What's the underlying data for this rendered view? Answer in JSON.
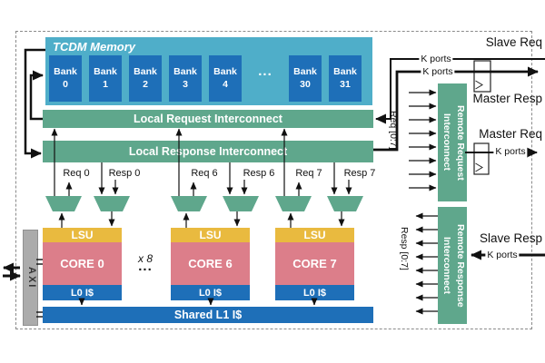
{
  "tcdm": {
    "title": "TCDM Memory",
    "dots": "...",
    "banks": [
      {
        "word": "Bank",
        "num": "0"
      },
      {
        "word": "Bank",
        "num": "1"
      },
      {
        "word": "Bank",
        "num": "2"
      },
      {
        "word": "Bank",
        "num": "3"
      },
      {
        "word": "Bank",
        "num": "4"
      },
      {
        "word": "Bank",
        "num": "30"
      },
      {
        "word": "Bank",
        "num": "31"
      }
    ]
  },
  "interconnects": {
    "local_request": "Local Request Interconnect",
    "local_response": "Local Response Interconnect",
    "remote_request": [
      "Remote Request",
      "Interconnect"
    ],
    "remote_response": [
      "Remote Response",
      "Interconnect"
    ]
  },
  "ports": [
    "Req 0",
    "Resp 0",
    "Req 6",
    "Resp 6",
    "Req 7",
    "Resp 7"
  ],
  "cores": [
    {
      "lsu": "LSU",
      "name": "CORE 0",
      "l0": "L0 I$"
    },
    {
      "lsu": "LSU",
      "name": "CORE 6",
      "l0": "L0 I$"
    },
    {
      "lsu": "LSU",
      "name": "CORE 7",
      "l0": "L0 I$"
    }
  ],
  "multiplier": {
    "x8": "x 8",
    "dots": "..."
  },
  "shared_l1": "Shared L1 I$",
  "axi": "AXI",
  "right": {
    "slave_req": "Slave Req",
    "master_resp": "Master Resp",
    "master_req": "Master Req",
    "slave_resp": "Slave Resp",
    "k_ports": "K ports",
    "req_range": "Req [0:7]",
    "resp_range": "Resp [0:7]"
  },
  "colors": {
    "tcdm_bg": "#4FAEC9",
    "bank_blue": "#1E6FB8",
    "interconnect_green": "#5FA78C",
    "lsu_yellow": "#E9BA3F",
    "core_pink": "#DC7E8A",
    "axi_gray": "#ABABAB"
  }
}
